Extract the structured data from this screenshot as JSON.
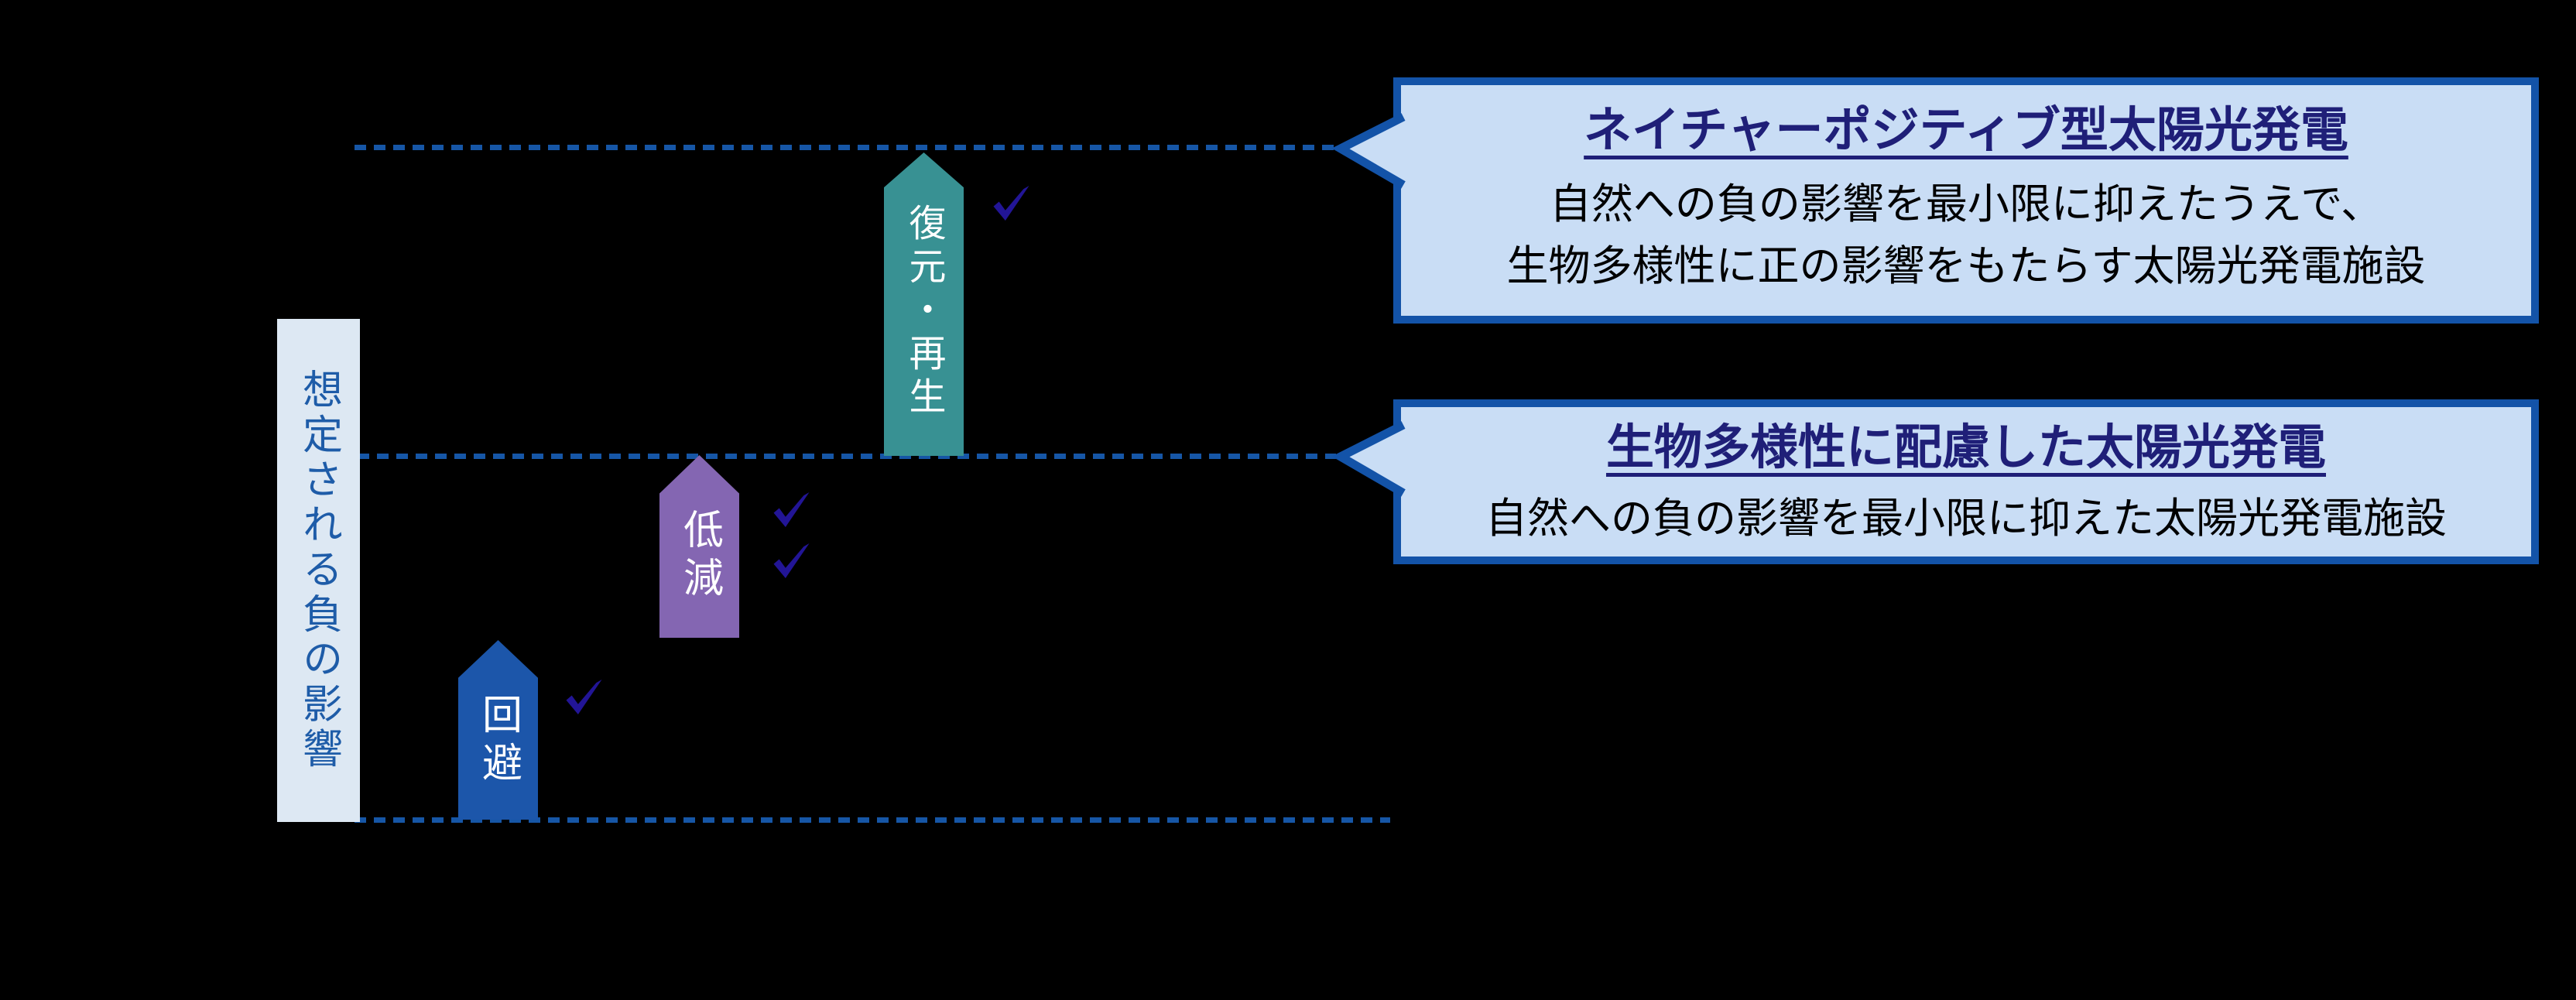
{
  "colors": {
    "background": "#000000",
    "dashed_line": "#1656A6",
    "checkmark": "#221596",
    "axis_box_bg": "#DDE8F3",
    "axis_text": "#1E5CA8",
    "callout_bg": "#C9DDF5",
    "callout_border": "#1353A8",
    "callout_title": "#1F1F78",
    "callout_body": "#000000",
    "arrow_text": "#FFFFFF"
  },
  "axis_label": {
    "text": "想定される負の影響"
  },
  "steps": [
    {
      "label": "回避",
      "color": "#1C56AA",
      "checkmarks": 1
    },
    {
      "label": "低減",
      "color": "#8466B2",
      "checkmarks": 2
    },
    {
      "label": "復元・再生",
      "color": "#389193",
      "checkmarks": 1
    }
  ],
  "callouts": [
    {
      "title": "ネイチャーポジティブ型太陽光発電",
      "body_line1": "自然への負の影響を最小限に抑えたうえで、",
      "body_line2": "生物多様性に正の影響をもたらす太陽光発電施設"
    },
    {
      "title": "生物多様性に配慮した太陽光発電",
      "body_line1": "自然への負の影響を最小限に抑えた太陽光発電施設"
    }
  ],
  "icons": {
    "checkmark": "✓"
  }
}
